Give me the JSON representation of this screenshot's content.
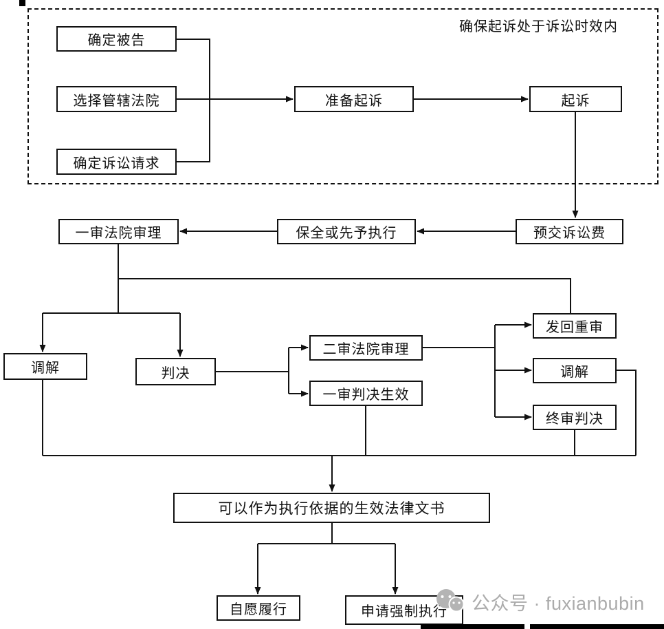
{
  "note": "确保起诉处于诉讼时效内",
  "nodes": {
    "determine_defendant": "确定被告",
    "choose_court": "选择管辖法院",
    "determine_claims": "确定诉讼请求",
    "prepare_lawsuit": "准备起诉",
    "file_lawsuit": "起诉",
    "prepay_fee": "预交诉讼费",
    "preservation": "保全或先予执行",
    "first_trial": "一审法院审理",
    "mediation_left": "调解",
    "judgment": "判决",
    "second_trial": "二审法院审理",
    "first_judgment_effective": "一审判决生效",
    "remand": "发回重审",
    "mediation_right": "调解",
    "final_judgment": "终审判决",
    "effective_documents": "可以作为执行依据的生效法律文书",
    "voluntary_performance": "自愿履行",
    "compulsory_execution": "申请强制执行"
  },
  "watermark": {
    "label": "公众号 · fuxianbubin",
    "icon": "wechat-official-account-icon",
    "color": "#ababab"
  }
}
